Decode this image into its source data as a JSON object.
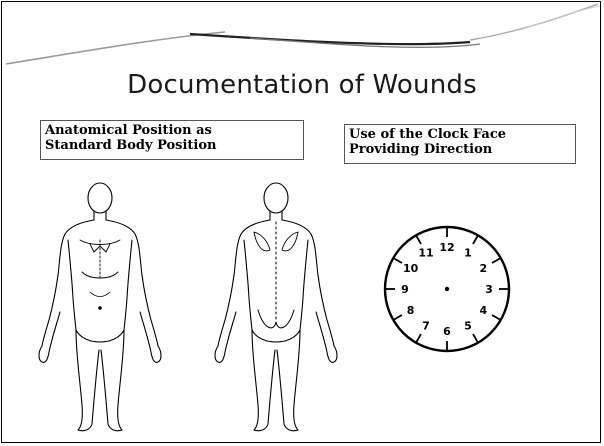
{
  "slide": {
    "title": "Documentation of Wounds",
    "left_caption": {
      "line1": "Anatomical Position as",
      "line2": "Standard Body Position"
    },
    "right_caption": {
      "line1": "Use of the Clock Face",
      "line2": "Providing  Direction"
    },
    "clock_numbers": [
      "12",
      "1",
      "2",
      "3",
      "4",
      "5",
      "6",
      "7",
      "8",
      "9",
      "10",
      "11"
    ]
  },
  "colors": {
    "line": "#000000",
    "background": "#ffffff"
  }
}
